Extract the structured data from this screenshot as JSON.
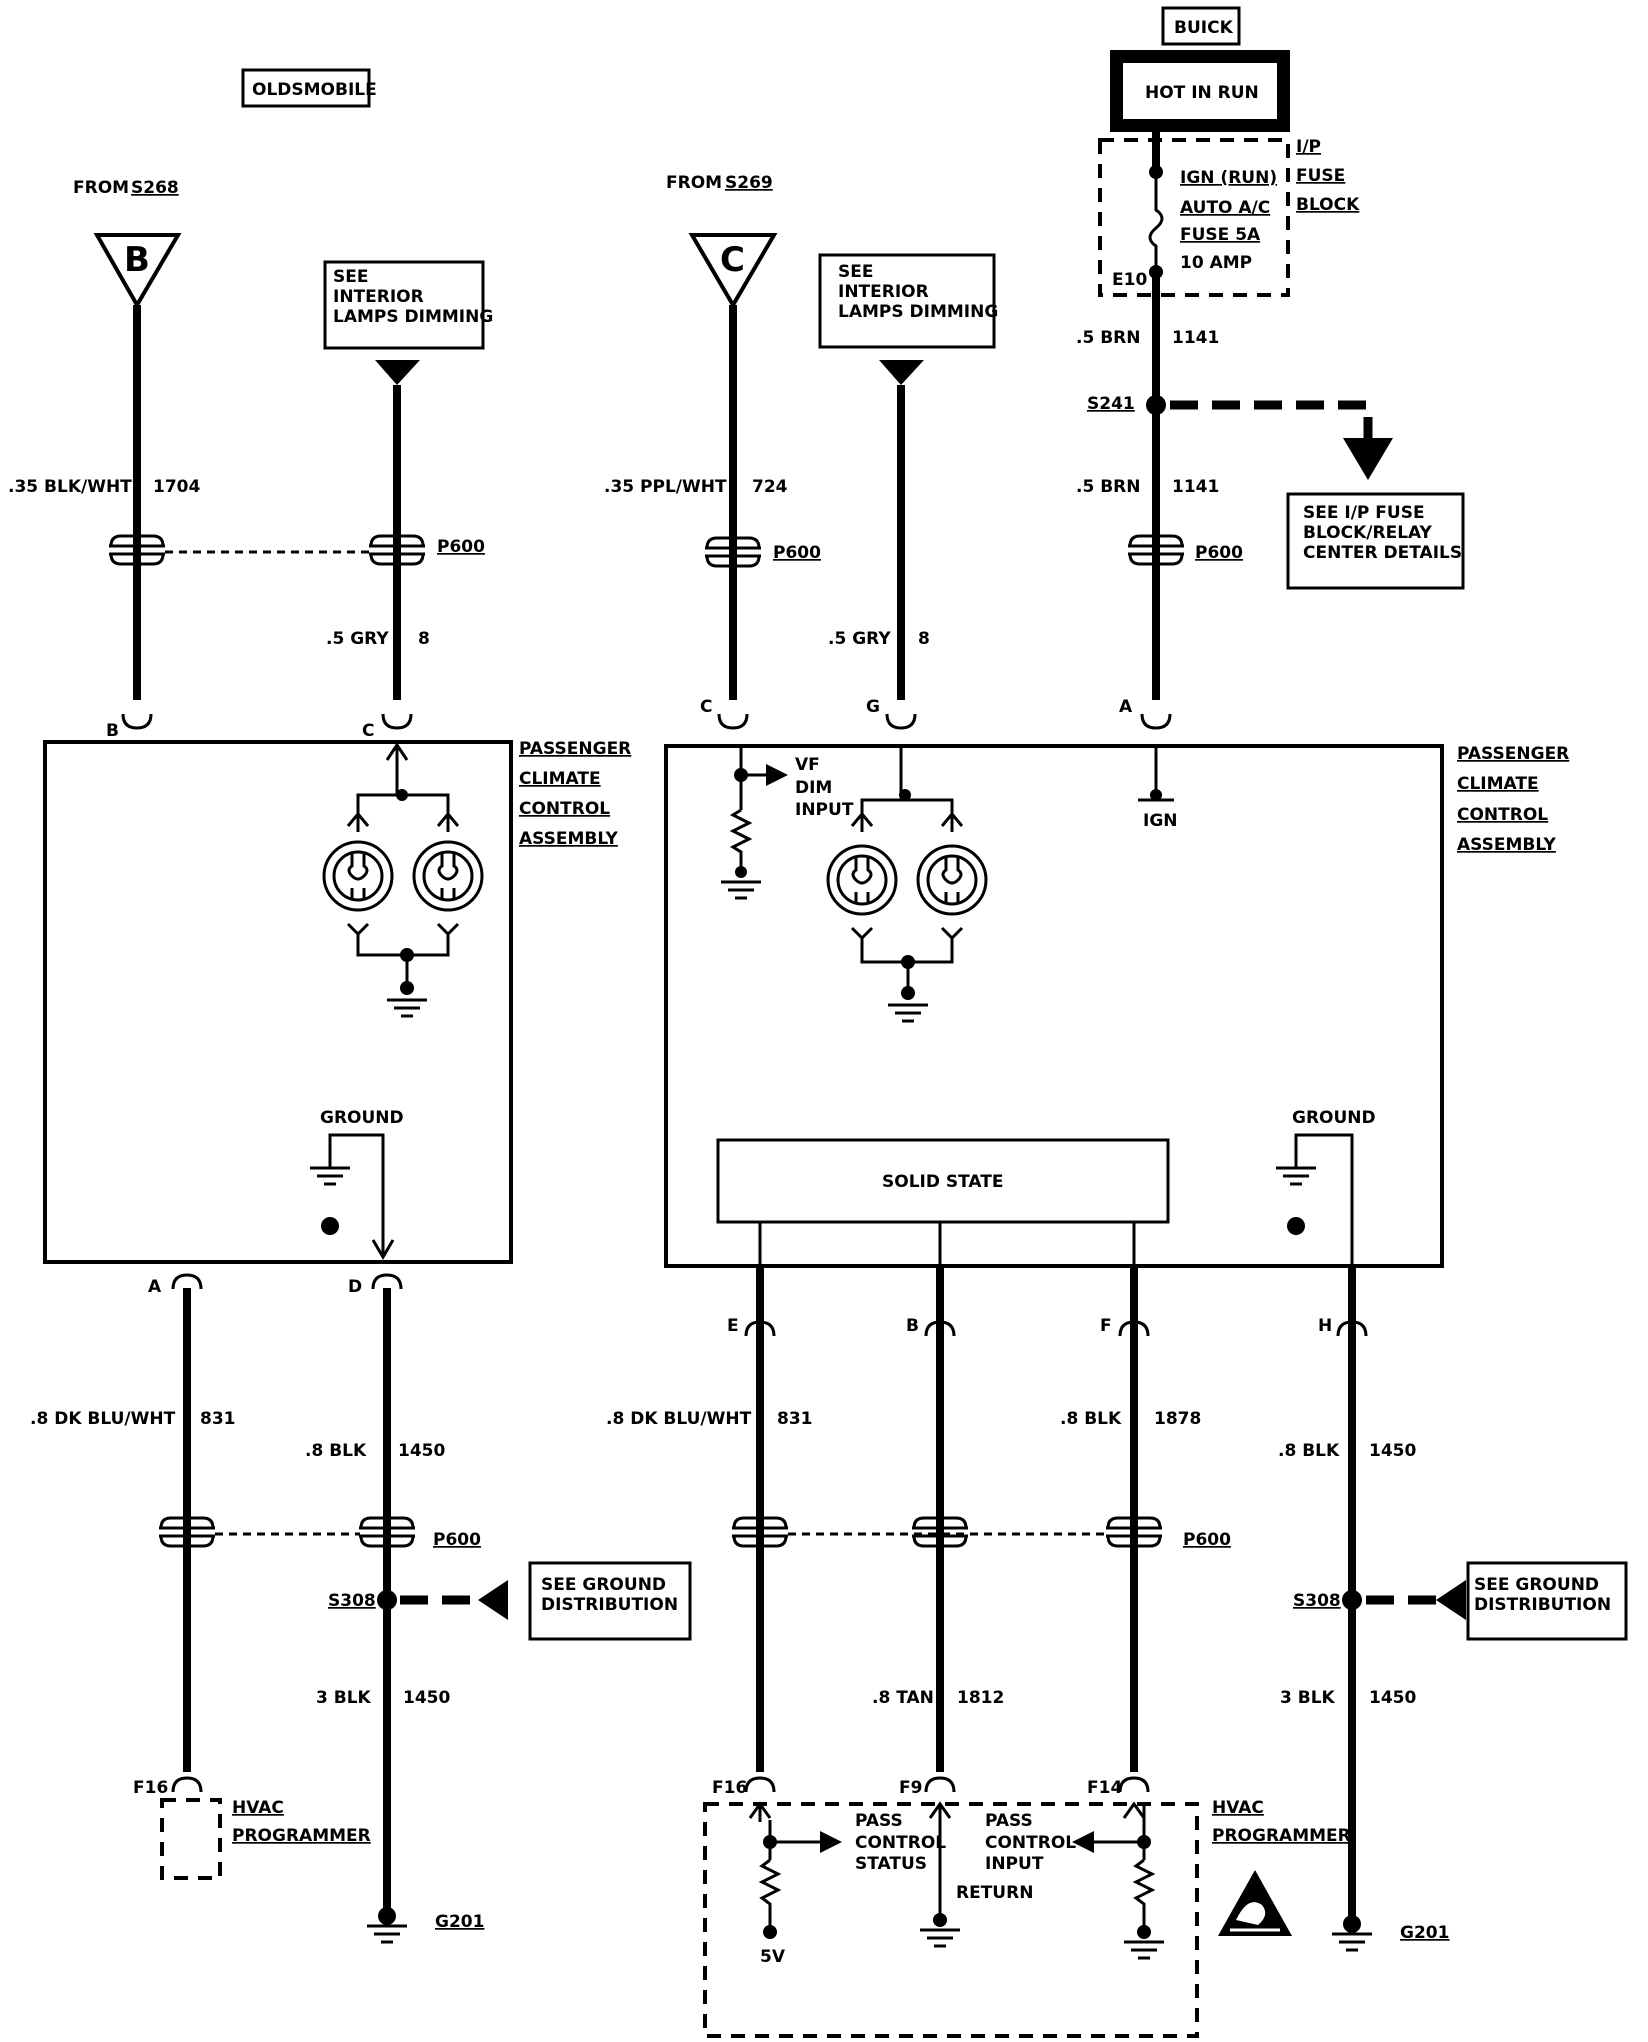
{
  "labels": {
    "oldsmobile": "OLDSMOBILE",
    "buick": "BUICK",
    "hot_in_run": "HOT IN RUN",
    "ip_fuse_block": [
      "I/P",
      "FUSE",
      "BLOCK"
    ],
    "fuse": [
      "IGN (RUN)",
      "AUTO A/C",
      "FUSE 5A",
      "10 AMP"
    ],
    "e10": "E10",
    "see_ip_fuse": [
      "SEE I/P FUSE",
      "BLOCK/RELAY",
      "CENTER DETAILS"
    ],
    "from": "FROM",
    "s268": "S268",
    "s269": "S269",
    "tri_b": "B",
    "tri_c": "C",
    "see_interior": [
      "SEE",
      "INTERIOR",
      "LAMPS DIMMING"
    ],
    "pca": [
      "PASSENGER",
      "CLIMATE",
      "CONTROL",
      "ASSEMBLY"
    ],
    "ground": "GROUND",
    "vf_dim": [
      "VF",
      "DIM",
      "INPUT"
    ],
    "ign": "IGN",
    "solid_state": "SOLID STATE",
    "see_ground": [
      "SEE GROUND",
      "DISTRIBUTION"
    ],
    "hvac": [
      "HVAC",
      "PROGRAMMER"
    ],
    "pass_status": [
      "PASS",
      "CONTROL",
      "STATUS"
    ],
    "pass_input": [
      "PASS",
      "CONTROL",
      "INPUT"
    ],
    "return": "RETURN",
    "five_v": "5V",
    "p600": "P600",
    "s241": "S241",
    "s308": "S308",
    "g201": "G201"
  },
  "pins": {
    "l_b": "B",
    "l_c": "C",
    "l_a": "A",
    "l_d": "D",
    "r_c": "C",
    "r_g": "G",
    "r_a": "A",
    "r_e": "E",
    "r_b": "B",
    "r_f": "F",
    "r_h": "H",
    "f16l": "F16",
    "f16r": "F16",
    "f9": "F9",
    "f14": "F14"
  },
  "wires": {
    "l_1704": {
      "gauge": ".35 BLK/WHT",
      "circuit": "1704"
    },
    "l_8": {
      "gauge": ".5 GRY",
      "circuit": "8"
    },
    "l_831": {
      "gauge": ".8 DK BLU/WHT",
      "circuit": "831"
    },
    "l_1450a": {
      "gauge": ".8 BLK",
      "circuit": "1450"
    },
    "l_1450b": {
      "gauge": "3 BLK",
      "circuit": "1450"
    },
    "r_724": {
      "gauge": ".35 PPL/WHT",
      "circuit": "724"
    },
    "r_8": {
      "gauge": ".5 GRY",
      "circuit": "8"
    },
    "r_1141a": {
      "gauge": ".5 BRN",
      "circuit": "1141"
    },
    "r_1141b": {
      "gauge": ".5 BRN",
      "circuit": "1141"
    },
    "r_831": {
      "gauge": ".8 DK BLU/WHT",
      "circuit": "831"
    },
    "r_1878": {
      "gauge": ".8 BLK",
      "circuit": "1878"
    },
    "r_1812": {
      "gauge": ".8 TAN",
      "circuit": "1812"
    },
    "r_1450a": {
      "gauge": ".8 BLK",
      "circuit": "1450"
    },
    "r_1450b": {
      "gauge": "3 BLK",
      "circuit": "1450"
    }
  }
}
